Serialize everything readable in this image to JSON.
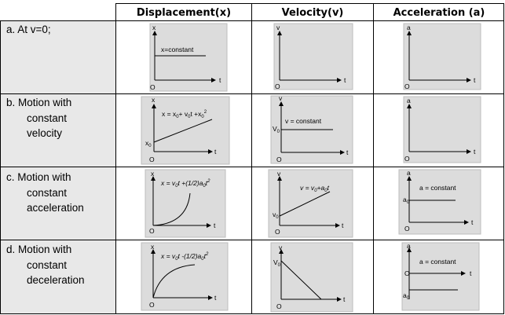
{
  "headers": {
    "displacement": "Displacement(x)",
    "velocity": "Velocity(v)",
    "acceleration": "Acceleration (a)"
  },
  "rows": [
    {
      "label_lines": [
        "a.  At v=0;"
      ]
    },
    {
      "label_lines": [
        "b.  Motion with",
        "constant",
        "velocity"
      ]
    },
    {
      "label_lines": [
        "c.  Motion with",
        "constant",
        "acceleration"
      ]
    },
    {
      "label_lines": [
        "d.  Motion with",
        "constant",
        "deceleration"
      ]
    }
  ],
  "axis_labels": {
    "x": "x",
    "v": "v",
    "a": "a",
    "t": "t",
    "origin": "O"
  },
  "graphs": {
    "a_disp_label": "x=constant",
    "b_disp_eq_main": "x = x",
    "b_disp_eq_sub0": "0",
    "b_disp_eq_mid": "+ v",
    "b_disp_eq_mid2": "t +x",
    "b_disp_eq_sup": "2",
    "b_disp_x0": "x",
    "b_vel_label": "v = constant",
    "b_vel_v0": "V",
    "c_disp_eq": "x = v",
    "c_disp_eq2": "t +(1/2)a",
    "c_disp_eq3": "t",
    "c_vel_eq": "v = v",
    "c_vel_eq2": "+a",
    "c_vel_eq3": "t",
    "c_vel_v0": "v",
    "c_acc_label": "a = constant",
    "c_acc_a0": "a",
    "d_disp_eq": "x = v",
    "d_disp_eq2": "t -(1/2)a",
    "d_disp_eq3": "t",
    "d_vel_v0": "V",
    "d_acc_label": "a = constant",
    "d_acc_a0": "a",
    "sub0": "0",
    "sup2": "2"
  }
}
